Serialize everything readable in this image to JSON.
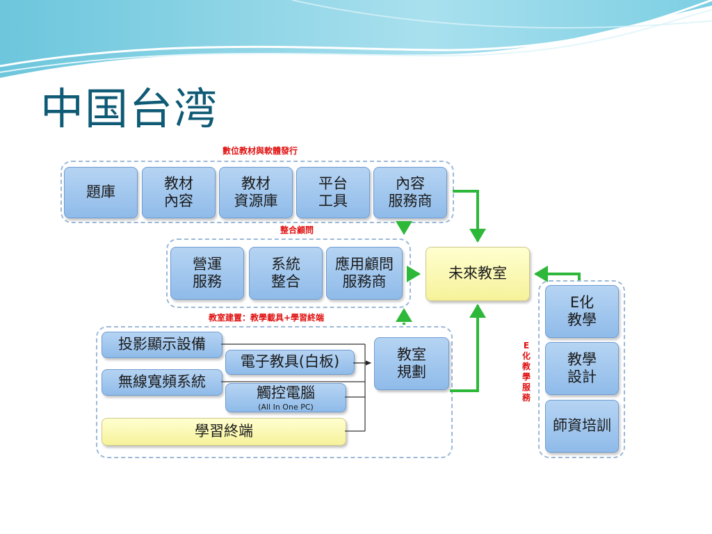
{
  "slide": {
    "title": "中国台湾"
  },
  "diagram": {
    "labels": {
      "top": "數位教材與軟體發行",
      "middle": "整合顧問",
      "bottom": "教室建置：教學載具+學習終端",
      "right": "E化教學服務"
    },
    "top_boxes": [
      "題庫",
      "教材\n內容",
      "教材\n資源庫",
      "平台\n工具",
      "內容\n服務商"
    ],
    "middle_boxes": [
      "營運\n服務",
      "系統\n整合",
      "應用顧問\n服務商"
    ],
    "center": "未來教室",
    "bottom": {
      "projector": "投影顯示設備",
      "whiteboard": "電子教具(白板)",
      "broadband": "無線寬頻系統",
      "touch_pc": "觸控電腦",
      "touch_pc_sub": "(All In One PC)",
      "terminal": "學習終端",
      "planning": "教室\n規劃"
    },
    "right_boxes": [
      "E化\n教學",
      "教學\n設計",
      "師資培訓"
    ],
    "colors": {
      "box_fill": "#a4c7ef",
      "highlight_fill": "#f8f6a6",
      "green_arrow": "#2db83a",
      "dashed_border": "#9cb8d8",
      "label_red": "#e01010",
      "title_color": "#0f5a75"
    }
  }
}
